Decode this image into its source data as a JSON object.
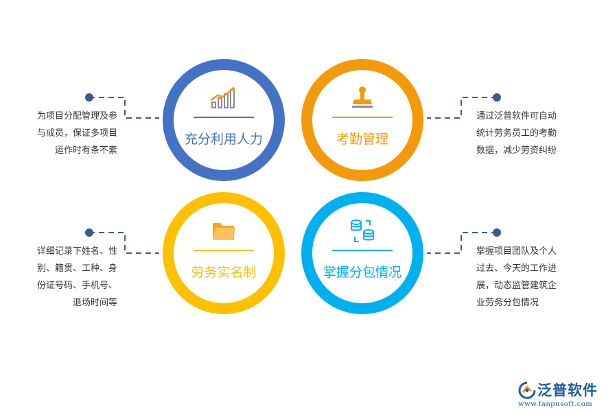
{
  "nodes": [
    {
      "title": "充分利用人力",
      "color": "#4472c4",
      "icon": "bar-chart-growth-icon",
      "description": [
        "为项目分配管理及参",
        "与成员，保证多项目",
        "运作时有条不紊"
      ]
    },
    {
      "title": "考勤管理",
      "color": "#f39a0b",
      "icon": "stamp-icon",
      "description": [
        "通过泛普软件可自动",
        "统计劳务员工的考勤",
        "数据，减少劳资纠纷"
      ]
    },
    {
      "title": "劳务实名制",
      "color": "#ffc000",
      "icon": "folder-icon",
      "description": [
        "详细记录下姓名、性",
        "别、籍贯、工种、身",
        "份证号码、手机号、",
        "退场时间等"
      ]
    },
    {
      "title": "掌握分包情况",
      "color": "#00b0f0",
      "icon": "database-sync-icon",
      "description": [
        "掌握项目团队及个人",
        "过去、今天的工作进",
        "展，动态监管建筑企",
        "业劳务分包情况"
      ]
    }
  ],
  "connector_color": "#3d5a8c",
  "logo": {
    "name": "泛普软件",
    "url": "www.fanpusoft.com",
    "color": "#1d5aa5"
  }
}
